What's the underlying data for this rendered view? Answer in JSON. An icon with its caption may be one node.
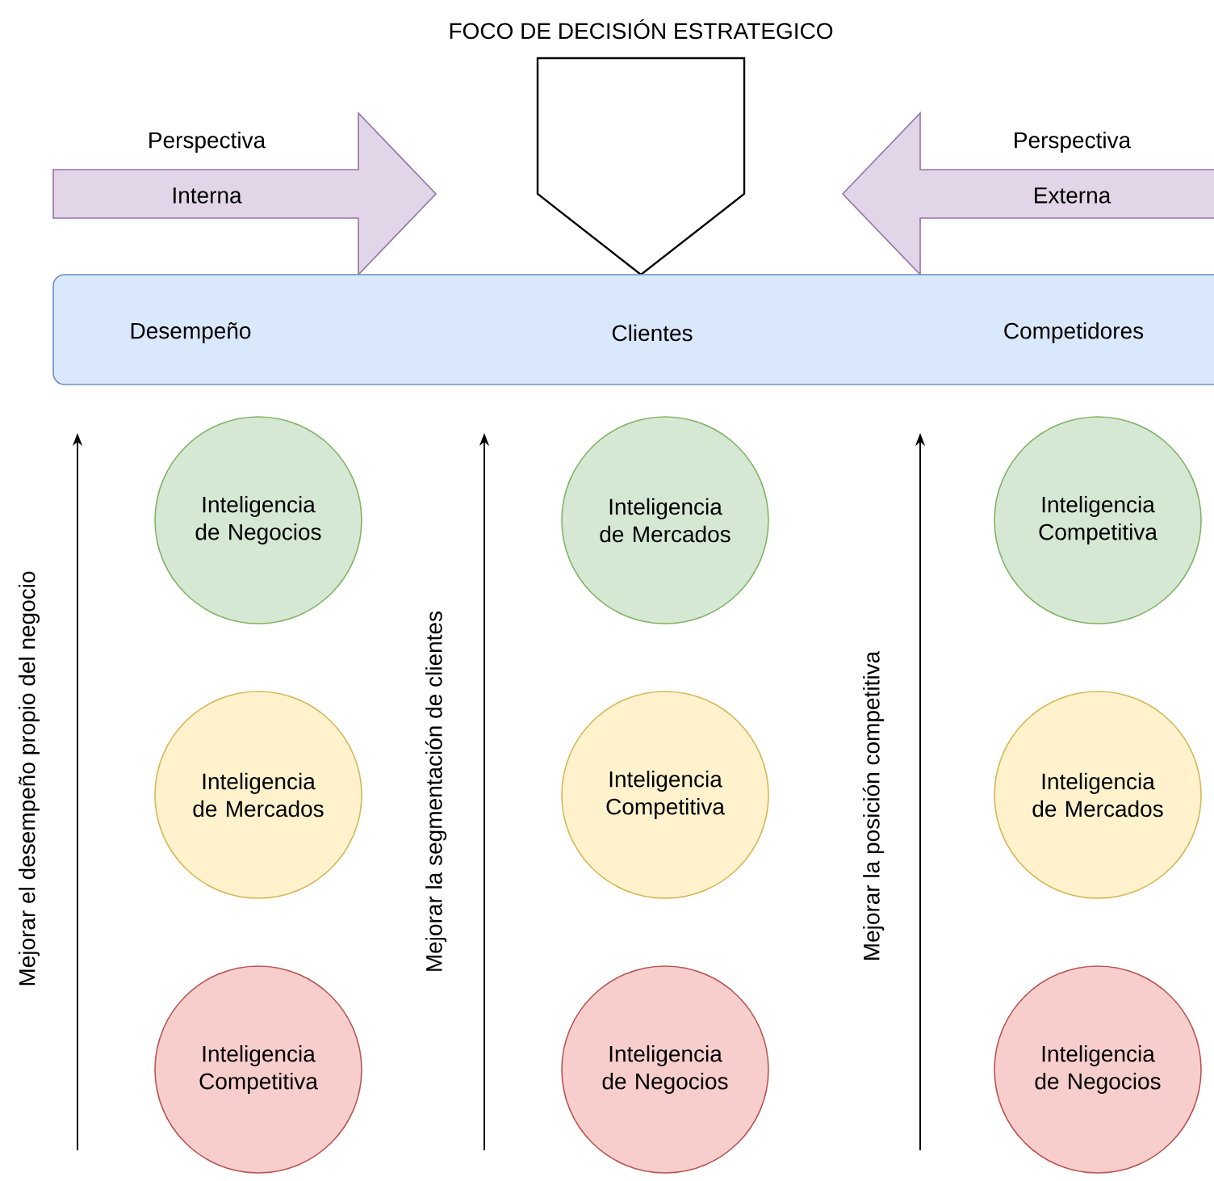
{
  "diagram": {
    "nodes": [
      {
        "text": [
          "FOCO DE DECISIÓN ESTRATEGICO"
        ]
      },
      {
        "text": [
          "Perspectiva",
          "Interna"
        ]
      },
      {
        "text": [
          "Perspectiva",
          "Externa"
        ]
      },
      {
        "text": [
          "Desempeño",
          "Clientes",
          "Competidores"
        ]
      },
      {
        "text": [
          "Inteligencia de Negocios"
        ]
      },
      {
        "text": [
          "Inteligencia de Mercados"
        ]
      },
      {
        "text": [
          "Inteligencia Competitiva"
        ]
      },
      {
        "text": [
          "Inteligencia de Mercados"
        ]
      },
      {
        "text": [
          "Inteligencia Competitiva"
        ]
      },
      {
        "text": [
          "Inteligencia de Mercados"
        ]
      },
      {
        "text": [
          "Inteligencia Competitiva"
        ]
      },
      {
        "text": [
          "Inteligencia de Negocios"
        ]
      },
      {
        "text": [
          "Inteligencia de Negocios"
        ]
      }
    ],
    "labels": [
      "Mejorar el desempeño propio del negocio",
      "Mejorar la segmentación de clientes",
      "Mejorar la posición competitiva"
    ]
  }
}
